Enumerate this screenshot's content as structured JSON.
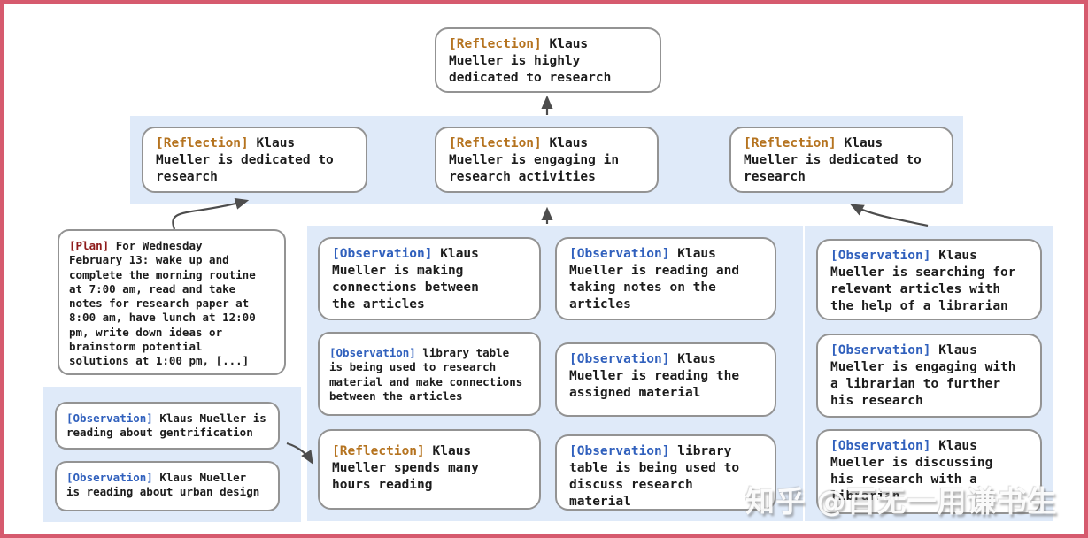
{
  "colors": {
    "frame_border": "#d65a6e",
    "panel_bg": "#dfeaf9",
    "box_border": "#939393",
    "reflection_label": "#b5731f",
    "observation_label": "#3060bd",
    "plan_label": "#8e1a1a",
    "text": "#1c1c1c",
    "arrow": "#4d4d4d"
  },
  "watermark": {
    "text": "知乎 @百无一用谦书生"
  },
  "nodes": {
    "root": {
      "label": "[Reflection]",
      "text": "Klaus\nMueller is highly\ndedicated to research"
    },
    "tier2_left": {
      "label": "[Reflection]",
      "text": "Klaus\nMueller is dedicated to\nresearch"
    },
    "tier2_center": {
      "label": "[Reflection]",
      "text": "Klaus\nMueller is engaging in\nresearch activities"
    },
    "tier2_right": {
      "label": "[Reflection]",
      "text": "Klaus\nMueller is dedicated to\nresearch"
    },
    "plan": {
      "label": "[Plan]",
      "text": "For Wednesday\nFebruary 13: wake up and\ncomplete the morning routine\nat 7:00 am, read and take\nnotes for research paper at\n8:00 am, have lunch at 12:00\npm, write down ideas or\nbrainstorm potential\nsolutions at 1:00 pm, [...]"
    },
    "left_panel": {
      "obs_gentrification": {
        "label": "[Observation]",
        "text": "Klaus Mueller is\nreading about gentrification"
      },
      "obs_urban_design": {
        "label": "[Observation]",
        "text": "Klaus Mueller\nis reading about urban design"
      }
    },
    "middle_panel": {
      "obs_connections": {
        "label": "[Observation]",
        "text": "Klaus\nMueller is making\nconnections between\nthe articles"
      },
      "obs_library_research": {
        "label": "[Observation]",
        "text": "library table\nis being used to research\nmaterial and make connections\nbetween the articles"
      },
      "refl_hours_reading": {
        "label": "[Reflection]",
        "text": "Klaus\nMueller spends many\nhours reading"
      },
      "obs_taking_notes": {
        "label": "[Observation]",
        "text": "Klaus\nMueller is reading and\ntaking notes on the\narticles"
      },
      "obs_assigned_material": {
        "label": "[Observation]",
        "text": "Klaus\nMueller is reading the\nassigned material"
      },
      "obs_library_discuss": {
        "label": "[Observation]",
        "text": "library\ntable is being used to\ndiscuss research material"
      }
    },
    "right_panel": {
      "obs_searching_articles": {
        "label": "[Observation]",
        "text": "Klaus\nMueller is searching for\nrelevant articles with\nthe help of a librarian"
      },
      "obs_engaging_librarian": {
        "label": "[Observation]",
        "text": "Klaus\nMueller is engaging with\na librarian to further\nhis research"
      },
      "obs_discussing_research": {
        "label": "[Observation]",
        "text": "Klaus\nMueller is discussing\nhis research with a\nlibrarian"
      }
    }
  }
}
